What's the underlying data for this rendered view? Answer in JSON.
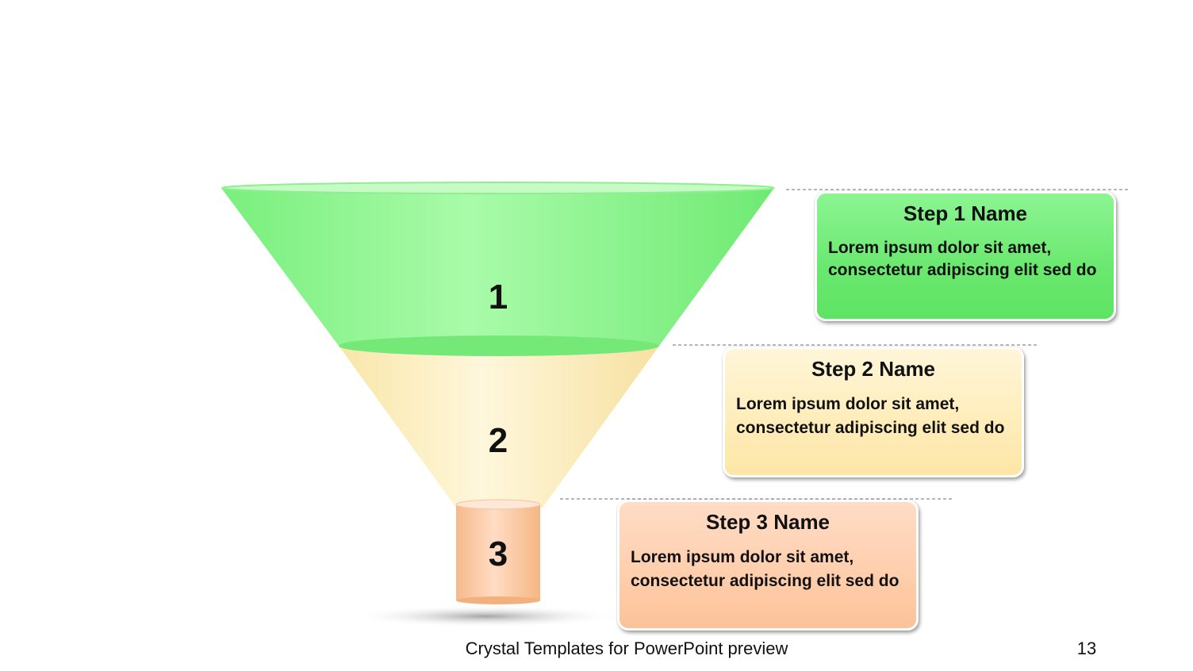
{
  "steps": [
    {
      "number": "1",
      "name": "Step 1 Name",
      "text": "Lorem ipsum dolor sit amet, consectetur adipiscing  elit sed do",
      "color": "#6ae86f"
    },
    {
      "number": "2",
      "name": "Step 2 Name",
      "text": "Lorem ipsum dolor sit amet, consectetur adipiscing  elit sed do",
      "color": "#fde9b4"
    },
    {
      "number": "3",
      "name": "Step 3 Name",
      "text": "Lorem ipsum dolor sit amet, consectetur adipiscing  elit sed do",
      "color": "#fcc9a3"
    }
  ],
  "footer": {
    "text": "Crystal Templates for PowerPoint preview",
    "page_number": "13"
  }
}
